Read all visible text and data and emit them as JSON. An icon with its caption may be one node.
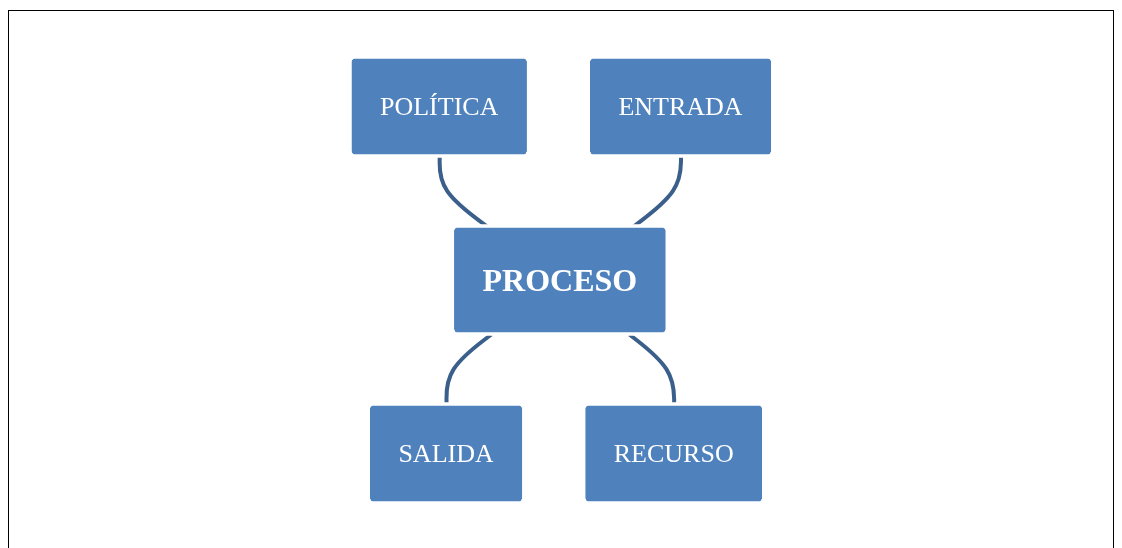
{
  "diagram": {
    "nodes": [
      {
        "text": [
          "POLÍTICA"
        ]
      },
      {
        "text": [
          "ENTRADA"
        ]
      },
      {
        "text": [
          "PROCESO"
        ]
      },
      {
        "text": [
          "SALIDA"
        ]
      },
      {
        "text": [
          "RECURSO"
        ]
      }
    ],
    "edges": [
      {
        "from": 0,
        "to": 2,
        "arrow": "none"
      },
      {
        "from": 1,
        "to": 2,
        "arrow": "none"
      },
      {
        "from": 2,
        "to": 3,
        "arrow": "none"
      },
      {
        "from": 2,
        "to": 4,
        "arrow": "none"
      }
    ]
  }
}
